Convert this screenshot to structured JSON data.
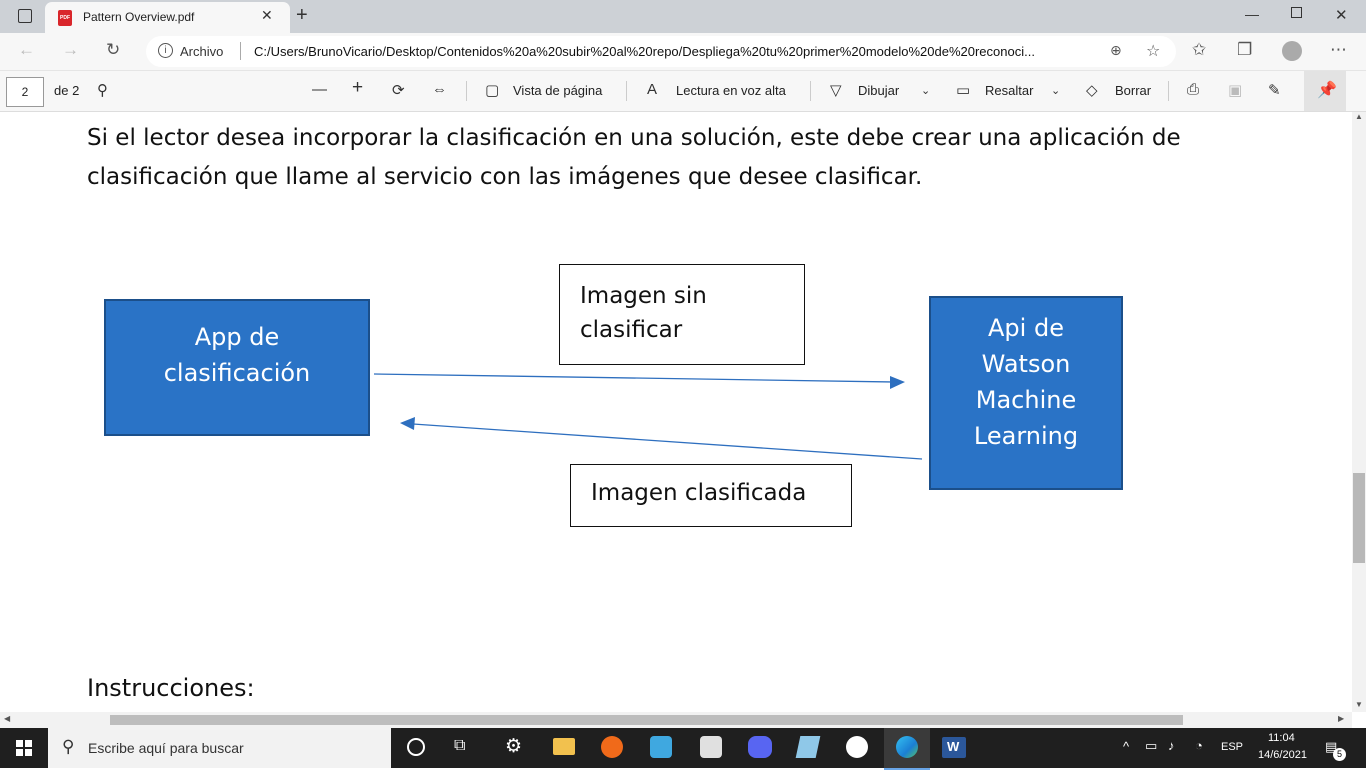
{
  "browser": {
    "tab_title": "Pattern Overview.pdf",
    "close_symbol": "✕",
    "new_tab_symbol": "+",
    "address_label": "Archivo",
    "url": "C:/Users/BrunoVicario/Desktop/Contenidos%20a%20subir%20al%20repo/Despliega%20tu%20primer%20modelo%20de%20reconoci..."
  },
  "pdf_toolbar": {
    "page_number": "2",
    "page_total": "de 2",
    "page_view": "Vista de página",
    "read_aloud": "Lectura en voz alta",
    "draw": "Dibujar",
    "highlight": "Resaltar",
    "erase": "Borrar"
  },
  "document": {
    "paragraph_line1": "Si el lector desea incorporar la clasificación en una solución, este debe crear una aplicación de",
    "paragraph_line2": "clasificación que llame al servicio con las imágenes que desee clasificar.",
    "diagram": {
      "app_box_line1": "App de",
      "app_box_line2": "clasificación",
      "api_box_line1": "Api de",
      "api_box_line2": "Watson",
      "api_box_line3": "Machine",
      "api_box_line4": "Learning",
      "request_label_line1": "Imagen sin",
      "request_label_line2": "clasificar",
      "response_label": "Imagen clasificada"
    },
    "section_heading": "Instrucciones:"
  },
  "taskbar": {
    "search_placeholder": "Escribe aquí para buscar",
    "language": "ESP",
    "time": "11:04",
    "date": "14/6/2021",
    "notification_count": "5"
  },
  "colors": {
    "box_blue": "#2a73c6",
    "arrow_blue": "#2e6fbf",
    "taskbar": "#1f1f1f"
  }
}
